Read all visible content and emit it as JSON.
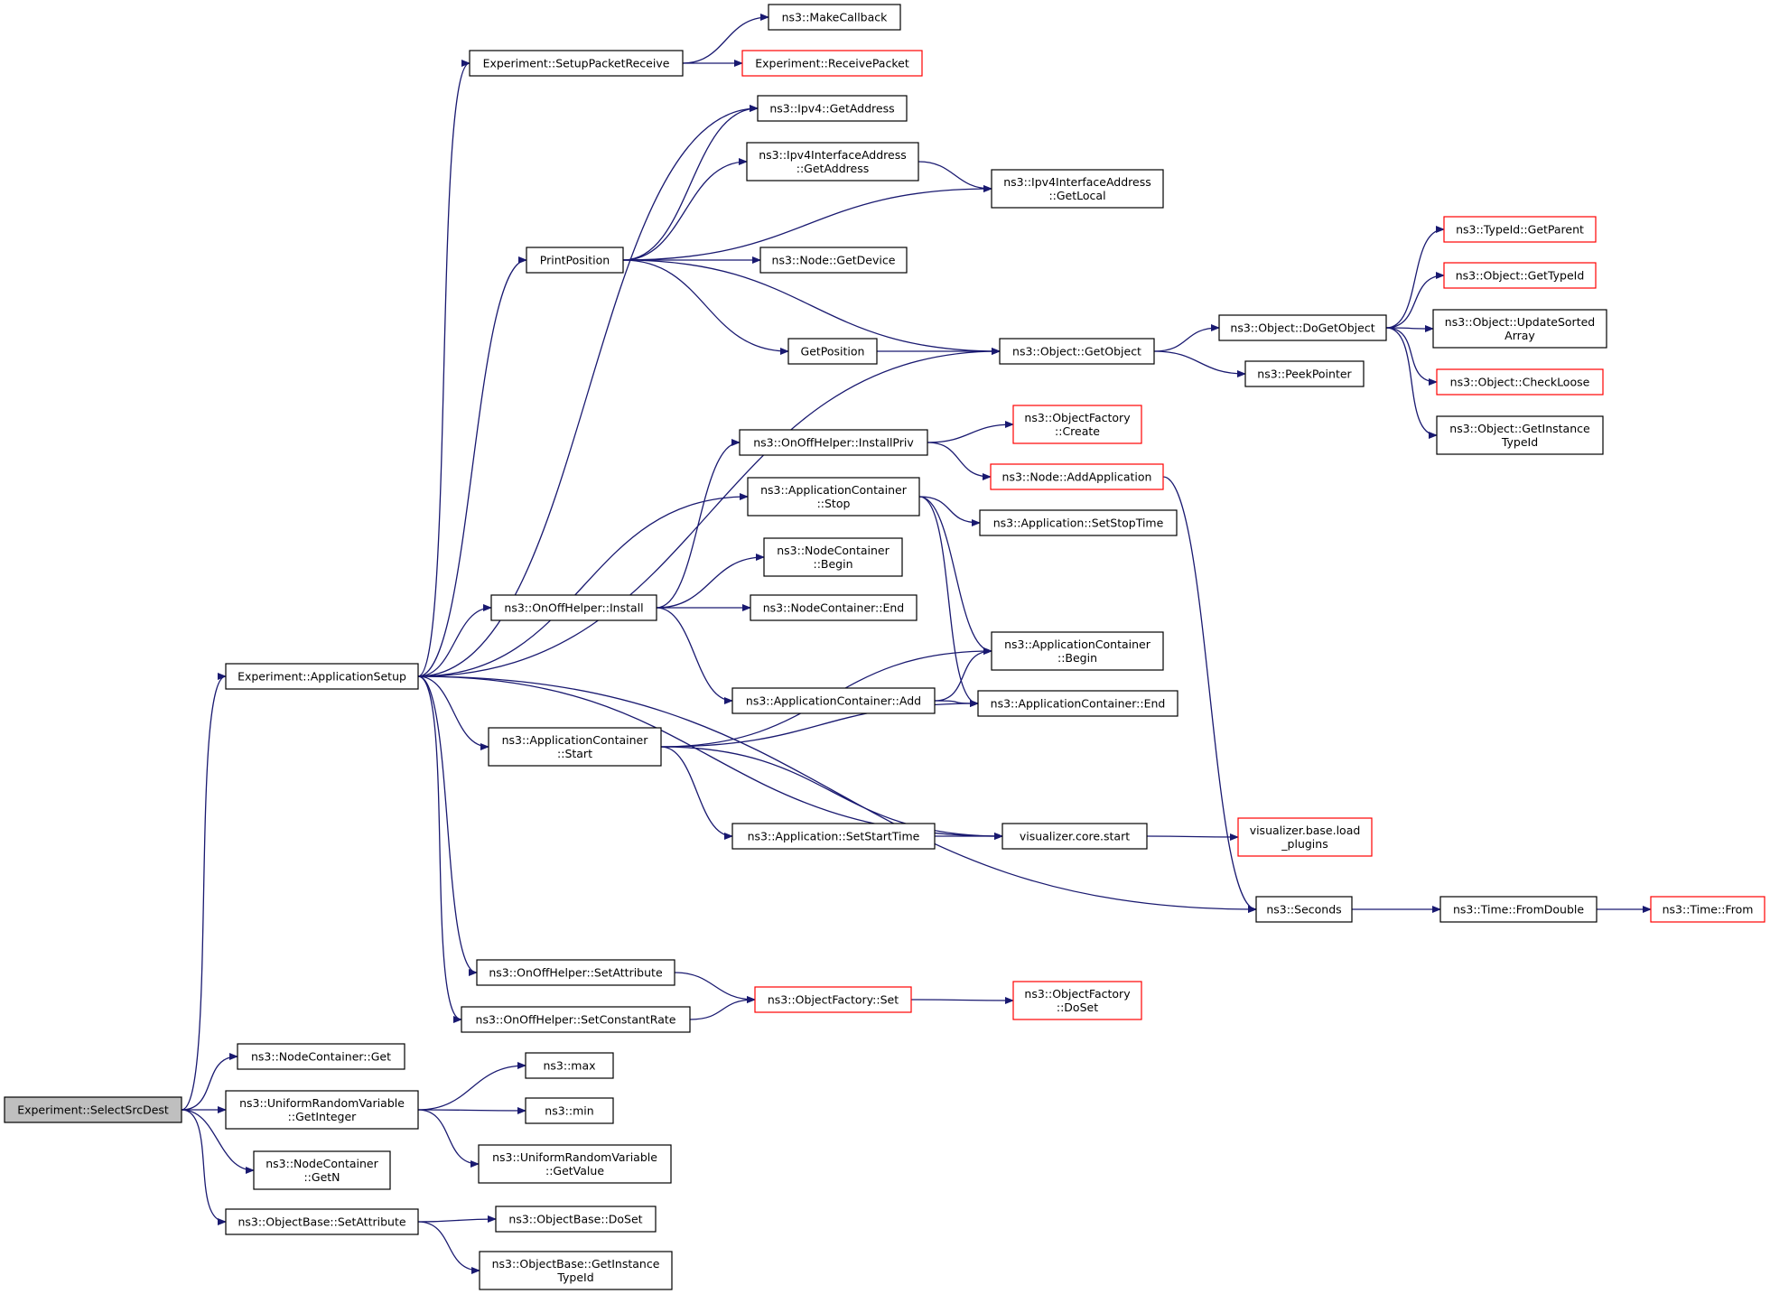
{
  "colors": {
    "edge": "#191970",
    "node_border": "#000000",
    "node_border_truncated": "#ff0000",
    "node_fill": "#ffffff",
    "root_fill": "#bfbfbf"
  },
  "nodes": {
    "select_src_dest": {
      "lines": [
        "Experiment::SelectSrcDest"
      ],
      "kind": "root"
    },
    "application_setup": {
      "lines": [
        "Experiment::ApplicationSetup"
      ],
      "kind": "normal"
    },
    "node_container_get": {
      "lines": [
        "ns3::NodeContainer::Get"
      ],
      "kind": "normal"
    },
    "uniform_get_integer": {
      "lines": [
        "ns3::UniformRandomVariable",
        "::GetInteger"
      ],
      "kind": "normal"
    },
    "node_container_getn": {
      "lines": [
        "ns3::NodeContainer",
        "::GetN"
      ],
      "kind": "normal"
    },
    "objectbase_set_attribute": {
      "lines": [
        "ns3::ObjectBase::SetAttribute"
      ],
      "kind": "normal"
    },
    "setup_packet_receive": {
      "lines": [
        "Experiment::SetupPacketReceive"
      ],
      "kind": "normal"
    },
    "ipv4_get_address": {
      "lines": [
        "ns3::Ipv4::GetAddress"
      ],
      "kind": "normal"
    },
    "print_position": {
      "lines": [
        "PrintPosition"
      ],
      "kind": "normal"
    },
    "object_get_object": {
      "lines": [
        "ns3::Object::GetObject"
      ],
      "kind": "normal"
    },
    "appcontainer_stop": {
      "lines": [
        "ns3::ApplicationContainer",
        "::Stop"
      ],
      "kind": "normal"
    },
    "onoff_install": {
      "lines": [
        "ns3::OnOffHelper::Install"
      ],
      "kind": "normal"
    },
    "appcontainer_start": {
      "lines": [
        "ns3::ApplicationContainer",
        "::Start"
      ],
      "kind": "normal"
    },
    "visualizer_core_start": {
      "lines": [
        "visualizer.core.start"
      ],
      "kind": "normal"
    },
    "ns3_seconds": {
      "lines": [
        "ns3::Seconds"
      ],
      "kind": "normal"
    },
    "onoff_set_attribute": {
      "lines": [
        "ns3::OnOffHelper::SetAttribute"
      ],
      "kind": "normal"
    },
    "onoff_set_constant_rate": {
      "lines": [
        "ns3::OnOffHelper::SetConstantRate"
      ],
      "kind": "normal"
    },
    "make_callback": {
      "lines": [
        "ns3::MakeCallback"
      ],
      "kind": "normal"
    },
    "receive_packet": {
      "lines": [
        "Experiment::ReceivePacket"
      ],
      "kind": "truncated"
    },
    "ipv4_iface_get_address": {
      "lines": [
        "ns3::Ipv4InterfaceAddress",
        "::GetAddress"
      ],
      "kind": "normal"
    },
    "ipv4_iface_get_local": {
      "lines": [
        "ns3::Ipv4InterfaceAddress",
        "::GetLocal"
      ],
      "kind": "normal"
    },
    "node_get_device": {
      "lines": [
        "ns3::Node::GetDevice"
      ],
      "kind": "normal"
    },
    "get_position": {
      "lines": [
        "GetPosition"
      ],
      "kind": "normal"
    },
    "object_do_get_object": {
      "lines": [
        "ns3::Object::DoGetObject"
      ],
      "kind": "normal"
    },
    "peek_pointer": {
      "lines": [
        "ns3::PeekPointer"
      ],
      "kind": "normal"
    },
    "typeid_get_parent": {
      "lines": [
        "ns3::TypeId::GetParent"
      ],
      "kind": "truncated"
    },
    "object_get_typeid": {
      "lines": [
        "ns3::Object::GetTypeId"
      ],
      "kind": "truncated"
    },
    "object_update_sorted_array": {
      "lines": [
        "ns3::Object::UpdateSorted",
        "Array"
      ],
      "kind": "normal"
    },
    "object_check_loose": {
      "lines": [
        "ns3::Object::CheckLoose"
      ],
      "kind": "truncated"
    },
    "object_get_instance_typeid": {
      "lines": [
        "ns3::Object::GetInstance",
        "TypeId"
      ],
      "kind": "normal"
    },
    "onoff_install_priv": {
      "lines": [
        "ns3::OnOffHelper::InstallPriv"
      ],
      "kind": "normal"
    },
    "object_factory_create": {
      "lines": [
        "ns3::ObjectFactory",
        "::Create"
      ],
      "kind": "truncated"
    },
    "node_add_application": {
      "lines": [
        "ns3::Node::AddApplication"
      ],
      "kind": "truncated"
    },
    "app_set_stop_time": {
      "lines": [
        "ns3::Application::SetStopTime"
      ],
      "kind": "normal"
    },
    "node_container_begin": {
      "lines": [
        "ns3::NodeContainer",
        "::Begin"
      ],
      "kind": "normal"
    },
    "node_container_end": {
      "lines": [
        "ns3::NodeContainer::End"
      ],
      "kind": "normal"
    },
    "appcontainer_begin": {
      "lines": [
        "ns3::ApplicationContainer",
        "::Begin"
      ],
      "kind": "normal"
    },
    "appcontainer_add": {
      "lines": [
        "ns3::ApplicationContainer::Add"
      ],
      "kind": "normal"
    },
    "appcontainer_end": {
      "lines": [
        "ns3::ApplicationContainer::End"
      ],
      "kind": "normal"
    },
    "app_set_start_time": {
      "lines": [
        "ns3::Application::SetStartTime"
      ],
      "kind": "normal"
    },
    "visualizer_load_plugins": {
      "lines": [
        "visualizer.base.load",
        "_plugins"
      ],
      "kind": "truncated"
    },
    "time_from_double": {
      "lines": [
        "ns3::Time::FromDouble"
      ],
      "kind": "normal"
    },
    "time_from": {
      "lines": [
        "ns3::Time::From"
      ],
      "kind": "truncated"
    },
    "object_factory_set": {
      "lines": [
        "ns3::ObjectFactory::Set"
      ],
      "kind": "truncated"
    },
    "object_factory_do_set": {
      "lines": [
        "ns3::ObjectFactory",
        "::DoSet"
      ],
      "kind": "truncated"
    },
    "ns3_max": {
      "lines": [
        "ns3::max"
      ],
      "kind": "normal"
    },
    "ns3_min": {
      "lines": [
        "ns3::min"
      ],
      "kind": "normal"
    },
    "uniform_get_value": {
      "lines": [
        "ns3::UniformRandomVariable",
        "::GetValue"
      ],
      "kind": "normal"
    },
    "objectbase_do_set": {
      "lines": [
        "ns3::ObjectBase::DoSet"
      ],
      "kind": "normal"
    },
    "objectbase_get_instance_typeid": {
      "lines": [
        "ns3::ObjectBase::GetInstance",
        "TypeId"
      ],
      "kind": "normal"
    }
  },
  "edges": [
    {
      "from": "select_src_dest",
      "to": "application_setup"
    },
    {
      "from": "select_src_dest",
      "to": "node_container_get"
    },
    {
      "from": "select_src_dest",
      "to": "uniform_get_integer"
    },
    {
      "from": "select_src_dest",
      "to": "node_container_getn"
    },
    {
      "from": "select_src_dest",
      "to": "objectbase_set_attribute"
    },
    {
      "from": "application_setup",
      "to": "setup_packet_receive"
    },
    {
      "from": "application_setup",
      "to": "ipv4_get_address"
    },
    {
      "from": "application_setup",
      "to": "print_position"
    },
    {
      "from": "application_setup",
      "to": "object_get_object"
    },
    {
      "from": "application_setup",
      "to": "appcontainer_stop"
    },
    {
      "from": "application_setup",
      "to": "onoff_install"
    },
    {
      "from": "application_setup",
      "to": "appcontainer_start"
    },
    {
      "from": "application_setup",
      "to": "visualizer_core_start"
    },
    {
      "from": "application_setup",
      "to": "ns3_seconds"
    },
    {
      "from": "application_setup",
      "to": "onoff_set_attribute"
    },
    {
      "from": "application_setup",
      "to": "onoff_set_constant_rate"
    },
    {
      "from": "setup_packet_receive",
      "to": "make_callback"
    },
    {
      "from": "setup_packet_receive",
      "to": "receive_packet"
    },
    {
      "from": "print_position",
      "to": "ipv4_get_address"
    },
    {
      "from": "print_position",
      "to": "ipv4_iface_get_address"
    },
    {
      "from": "print_position",
      "to": "ipv4_iface_get_local"
    },
    {
      "from": "print_position",
      "to": "node_get_device"
    },
    {
      "from": "print_position",
      "to": "object_get_object"
    },
    {
      "from": "print_position",
      "to": "get_position"
    },
    {
      "from": "ipv4_iface_get_address",
      "to": "ipv4_iface_get_local"
    },
    {
      "from": "get_position",
      "to": "object_get_object"
    },
    {
      "from": "object_get_object",
      "to": "object_do_get_object"
    },
    {
      "from": "object_get_object",
      "to": "peek_pointer"
    },
    {
      "from": "object_do_get_object",
      "to": "typeid_get_parent"
    },
    {
      "from": "object_do_get_object",
      "to": "object_get_typeid"
    },
    {
      "from": "object_do_get_object",
      "to": "object_update_sorted_array"
    },
    {
      "from": "object_do_get_object",
      "to": "object_check_loose"
    },
    {
      "from": "object_do_get_object",
      "to": "object_get_instance_typeid"
    },
    {
      "from": "onoff_install",
      "to": "onoff_install_priv"
    },
    {
      "from": "onoff_install",
      "to": "node_container_begin"
    },
    {
      "from": "onoff_install",
      "to": "node_container_end"
    },
    {
      "from": "onoff_install",
      "to": "appcontainer_add"
    },
    {
      "from": "onoff_install_priv",
      "to": "object_factory_create"
    },
    {
      "from": "onoff_install_priv",
      "to": "node_add_application"
    },
    {
      "from": "node_add_application",
      "to": "ns3_seconds"
    },
    {
      "from": "appcontainer_stop",
      "to": "app_set_stop_time"
    },
    {
      "from": "appcontainer_stop",
      "to": "appcontainer_begin"
    },
    {
      "from": "appcontainer_stop",
      "to": "appcontainer_end"
    },
    {
      "from": "appcontainer_add",
      "to": "appcontainer_begin"
    },
    {
      "from": "appcontainer_add",
      "to": "appcontainer_end"
    },
    {
      "from": "appcontainer_start",
      "to": "appcontainer_begin"
    },
    {
      "from": "appcontainer_start",
      "to": "appcontainer_end"
    },
    {
      "from": "appcontainer_start",
      "to": "app_set_start_time"
    },
    {
      "from": "appcontainer_start",
      "to": "visualizer_core_start"
    },
    {
      "from": "app_set_start_time",
      "to": "visualizer_core_start"
    },
    {
      "from": "visualizer_core_start",
      "to": "visualizer_load_plugins"
    },
    {
      "from": "ns3_seconds",
      "to": "time_from_double"
    },
    {
      "from": "time_from_double",
      "to": "time_from"
    },
    {
      "from": "onoff_set_attribute",
      "to": "object_factory_set"
    },
    {
      "from": "onoff_set_constant_rate",
      "to": "object_factory_set"
    },
    {
      "from": "object_factory_set",
      "to": "object_factory_do_set"
    },
    {
      "from": "uniform_get_integer",
      "to": "ns3_max"
    },
    {
      "from": "uniform_get_integer",
      "to": "ns3_min"
    },
    {
      "from": "uniform_get_integer",
      "to": "uniform_get_value"
    },
    {
      "from": "objectbase_set_attribute",
      "to": "objectbase_do_set"
    },
    {
      "from": "objectbase_set_attribute",
      "to": "objectbase_get_instance_typeid"
    }
  ]
}
